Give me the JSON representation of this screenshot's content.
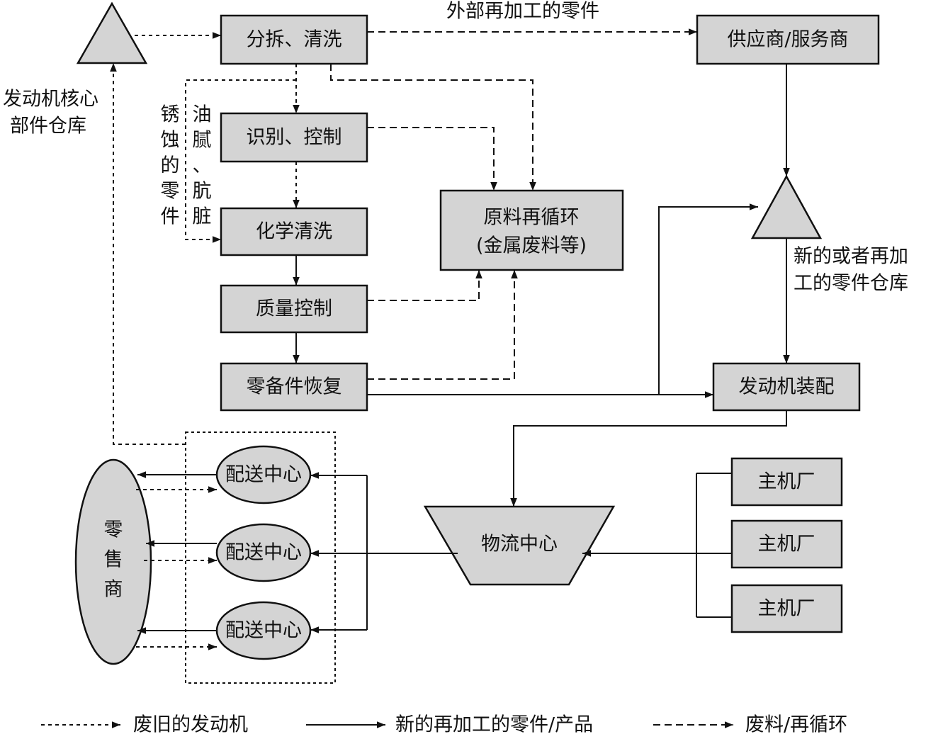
{
  "colors": {
    "box_fill": "#d4d4d4",
    "stroke": "#111111",
    "background": "#ffffff"
  },
  "nodes": {
    "disassembly": "分拆、清洗",
    "identification": "识别、控制",
    "chemical_cleaning": "化学清洗",
    "quality_control": "质量控制",
    "spare_part_recovery": "零备件恢复",
    "raw_material_recycling_line1": "原料再循环",
    "raw_material_recycling_line2": "(金属废料等)",
    "supplier": "供应商/服务商",
    "engine_assembly": "发动机装配",
    "logistics_center": "物流中心",
    "distribution_center_1": "配送中心",
    "distribution_center_2": "配送中心",
    "distribution_center_3": "配送中心",
    "oem_1": "主机厂",
    "oem_2": "主机厂",
    "oem_3": "主机厂",
    "retailer_chars": [
      "零",
      "售",
      "商"
    ]
  },
  "labels": {
    "core_warehouse_line1": "发动机核心",
    "core_warehouse_line2": "部件仓库",
    "external_parts": "外部再加工的零件",
    "new_parts_warehouse_line1": "新的或者再加",
    "new_parts_warehouse_line2": "工的零件仓库",
    "rusted_parts_chars": [
      "锈",
      "蚀",
      "的",
      "零",
      "件"
    ],
    "greasy_parts_chars": [
      "油",
      "腻",
      "、",
      "肮",
      "脏"
    ]
  },
  "legend": {
    "old_engine": "废旧的发动机",
    "new_parts": "新的再加工的零件/产品",
    "scrap_recycling": "废料/再循环"
  }
}
